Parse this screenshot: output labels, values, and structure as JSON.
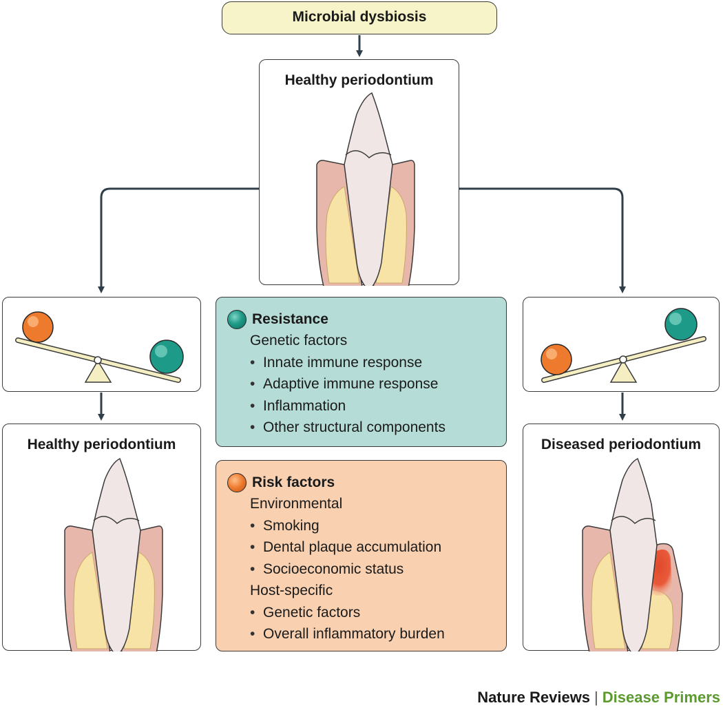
{
  "top": {
    "title": "Microbial dysbiosis"
  },
  "center": {
    "title": "Healthy periodontium"
  },
  "left_outcome": {
    "title": "Healthy periodontium"
  },
  "right_outcome": {
    "title": "Diseased periodontium"
  },
  "resistance": {
    "heading": "Resistance",
    "subheading": "Genetic factors",
    "items": [
      "Innate immune response",
      "Adaptive immune response",
      "Inflammation",
      "Other structural components"
    ]
  },
  "risk": {
    "heading": "Risk factors",
    "groups": [
      {
        "label": "Environmental",
        "items": [
          "Smoking",
          "Dental plaque accumulation",
          "Socioeconomic status"
        ]
      },
      {
        "label": "Host-specific",
        "items": [
          "Genetic factors",
          "Overall inflammatory burden"
        ]
      }
    ]
  },
  "footer": {
    "publisher": "Nature Reviews",
    "separator": "|",
    "series": "Disease Primers"
  },
  "colors": {
    "resistance": "#1e9a88",
    "risk": "#ee7a2e",
    "gum": "#e8b7ab",
    "bone": "#f7e3a6",
    "lesion": "#e04a2c",
    "dysbiosis_box": "#f6f4c8"
  },
  "icons": [
    "teal-ball-icon",
    "orange-ball-icon",
    "seesaw-icon",
    "tooth-icon",
    "arrow-down-icon"
  ]
}
